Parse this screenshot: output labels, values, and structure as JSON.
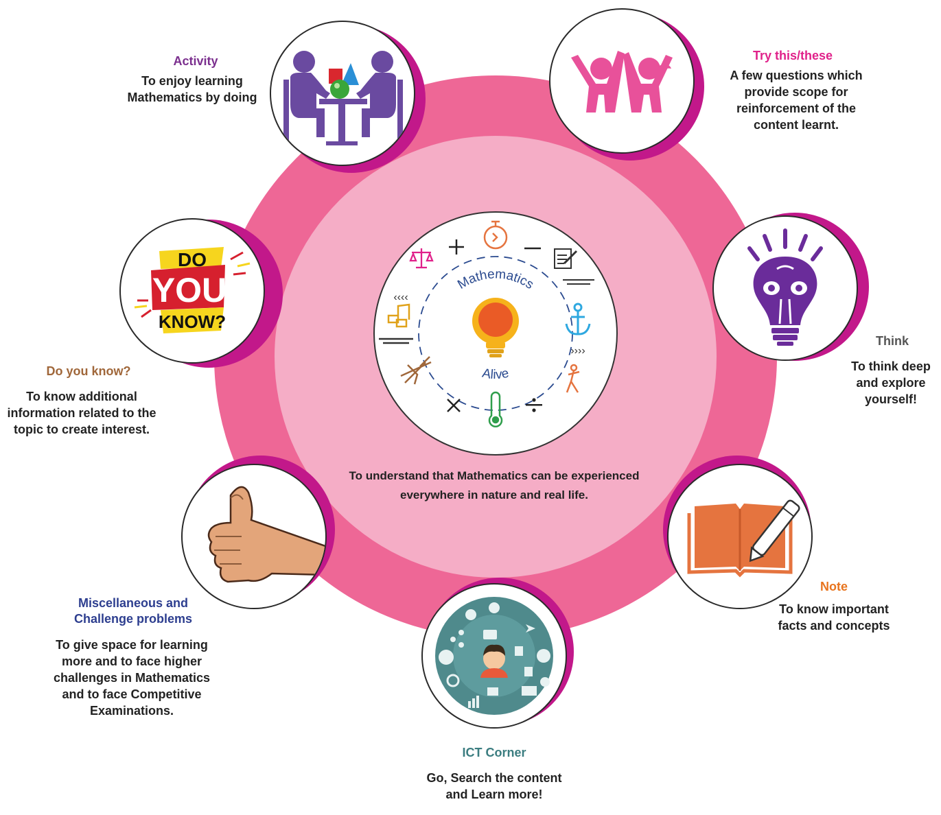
{
  "center": {
    "arc_top": "Mathematics",
    "arc_bottom": "Alive",
    "caption": "To understand that Mathematics can be experienced everywhere in nature and real life."
  },
  "center_icons": [
    "plus-icon",
    "stopwatch-icon",
    "minus-icon",
    "notepad-icon",
    "anchor-icon",
    "arrows-right-icon",
    "gymnast-icon",
    "divide-icon",
    "thermometer-icon",
    "multiply-icon",
    "airplane-icon",
    "music-notes-icon",
    "arrows-left-icon",
    "scales-icon",
    "lightbulb-icon"
  ],
  "nodes": {
    "activity": {
      "title": "Activity",
      "desc": "To enjoy learning Mathematics by doing",
      "icon": "two-people-table-icon",
      "color": "#7b2f8e"
    },
    "try_this": {
      "title": "Try this/these",
      "desc": "A few questions which provide scope for reinforcement of the content learnt.",
      "icon": "two-figures-raising-hands-icon",
      "color": "#e0218a"
    },
    "think": {
      "title": "Think",
      "desc": "To think deep and explore yourself!",
      "icon": "lightbulb-brain-icon",
      "color": "#555555"
    },
    "note": {
      "title": "Note",
      "desc": "To know important facts and concepts",
      "icon": "open-book-pen-icon",
      "color": "#e8741e"
    },
    "ict": {
      "title": "ICT Corner",
      "desc": "Go, Search the content and Learn more!",
      "icon": "technology-network-icon",
      "color": "#3b7d80"
    },
    "misc": {
      "title": "Miscellaneous and Challenge problems",
      "desc": "To give space for learning more and to face higher challenges in Mathematics  and to face Competitive Examinations.",
      "icon": "thumbs-up-icon",
      "color": "#2d3e8f"
    },
    "do_you_know": {
      "title": "Do you know?",
      "desc": "To know additional information related to the topic to create interest.",
      "icon": "do-you-know-sign-icon",
      "color": "#a0673a",
      "sign_words": [
        "DO",
        "YOU",
        "KNOW?"
      ]
    }
  },
  "colors": {
    "outer_ring": "#ee6796",
    "inner_ring": "#f5adc6",
    "node_shadow": "#c2188a"
  }
}
